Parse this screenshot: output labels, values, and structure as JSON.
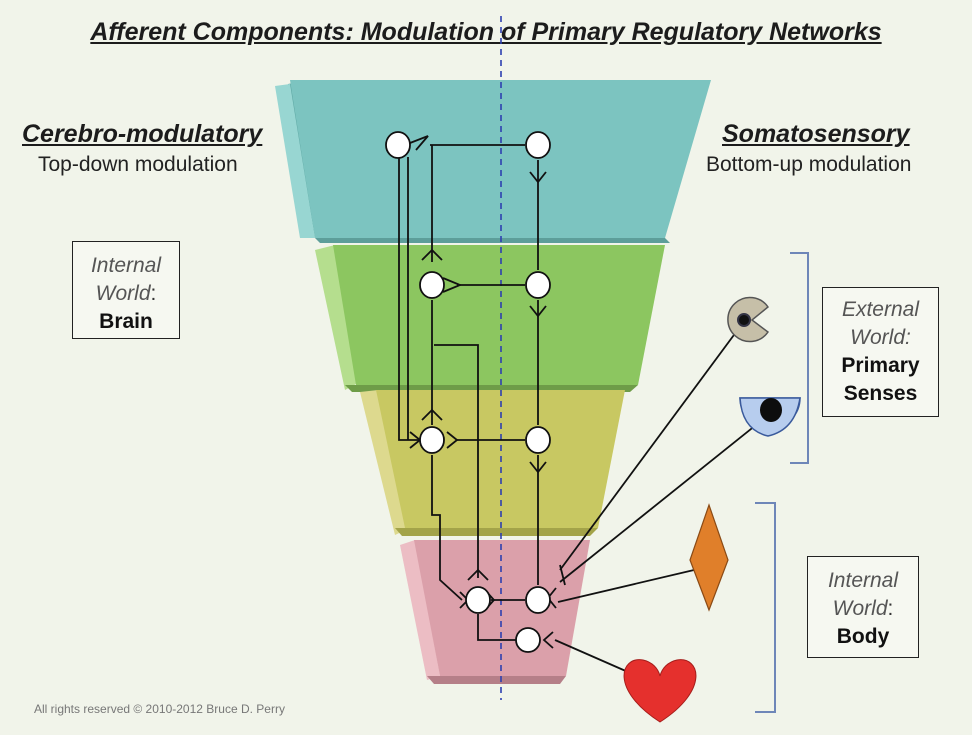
{
  "title": "Afferent Components: Modulation of Primary Regulatory Networks",
  "left": {
    "heading": "Cerebro-modulatory",
    "subheading": "Top-down modulation",
    "box": {
      "line1": "Internal",
      "line2": "World",
      "colon": ":",
      "line3": "Brain"
    }
  },
  "right": {
    "heading": "Somatosensory",
    "subheading": "Bottom-up modulation",
    "box_senses": {
      "line1": "External",
      "line2": "World:",
      "line3": "Primary",
      "line4": "Senses"
    },
    "box_body": {
      "line1": "Internal",
      "line2": "World",
      "colon": ":",
      "line3": "Body"
    }
  },
  "copyright": "All rights reserved © 2010-2012 Bruce D. Perry",
  "colors": {
    "tier1": "#7cc4c0",
    "tier2": "#8cc660",
    "tier3": "#c8c862",
    "tier4": "#dba0aa",
    "dashed_line": "#2e3fb0",
    "heart": "#e5302d",
    "diamond": "#e07f2a",
    "eye": "#b7cdee",
    "ear": "#c6bfa8"
  }
}
